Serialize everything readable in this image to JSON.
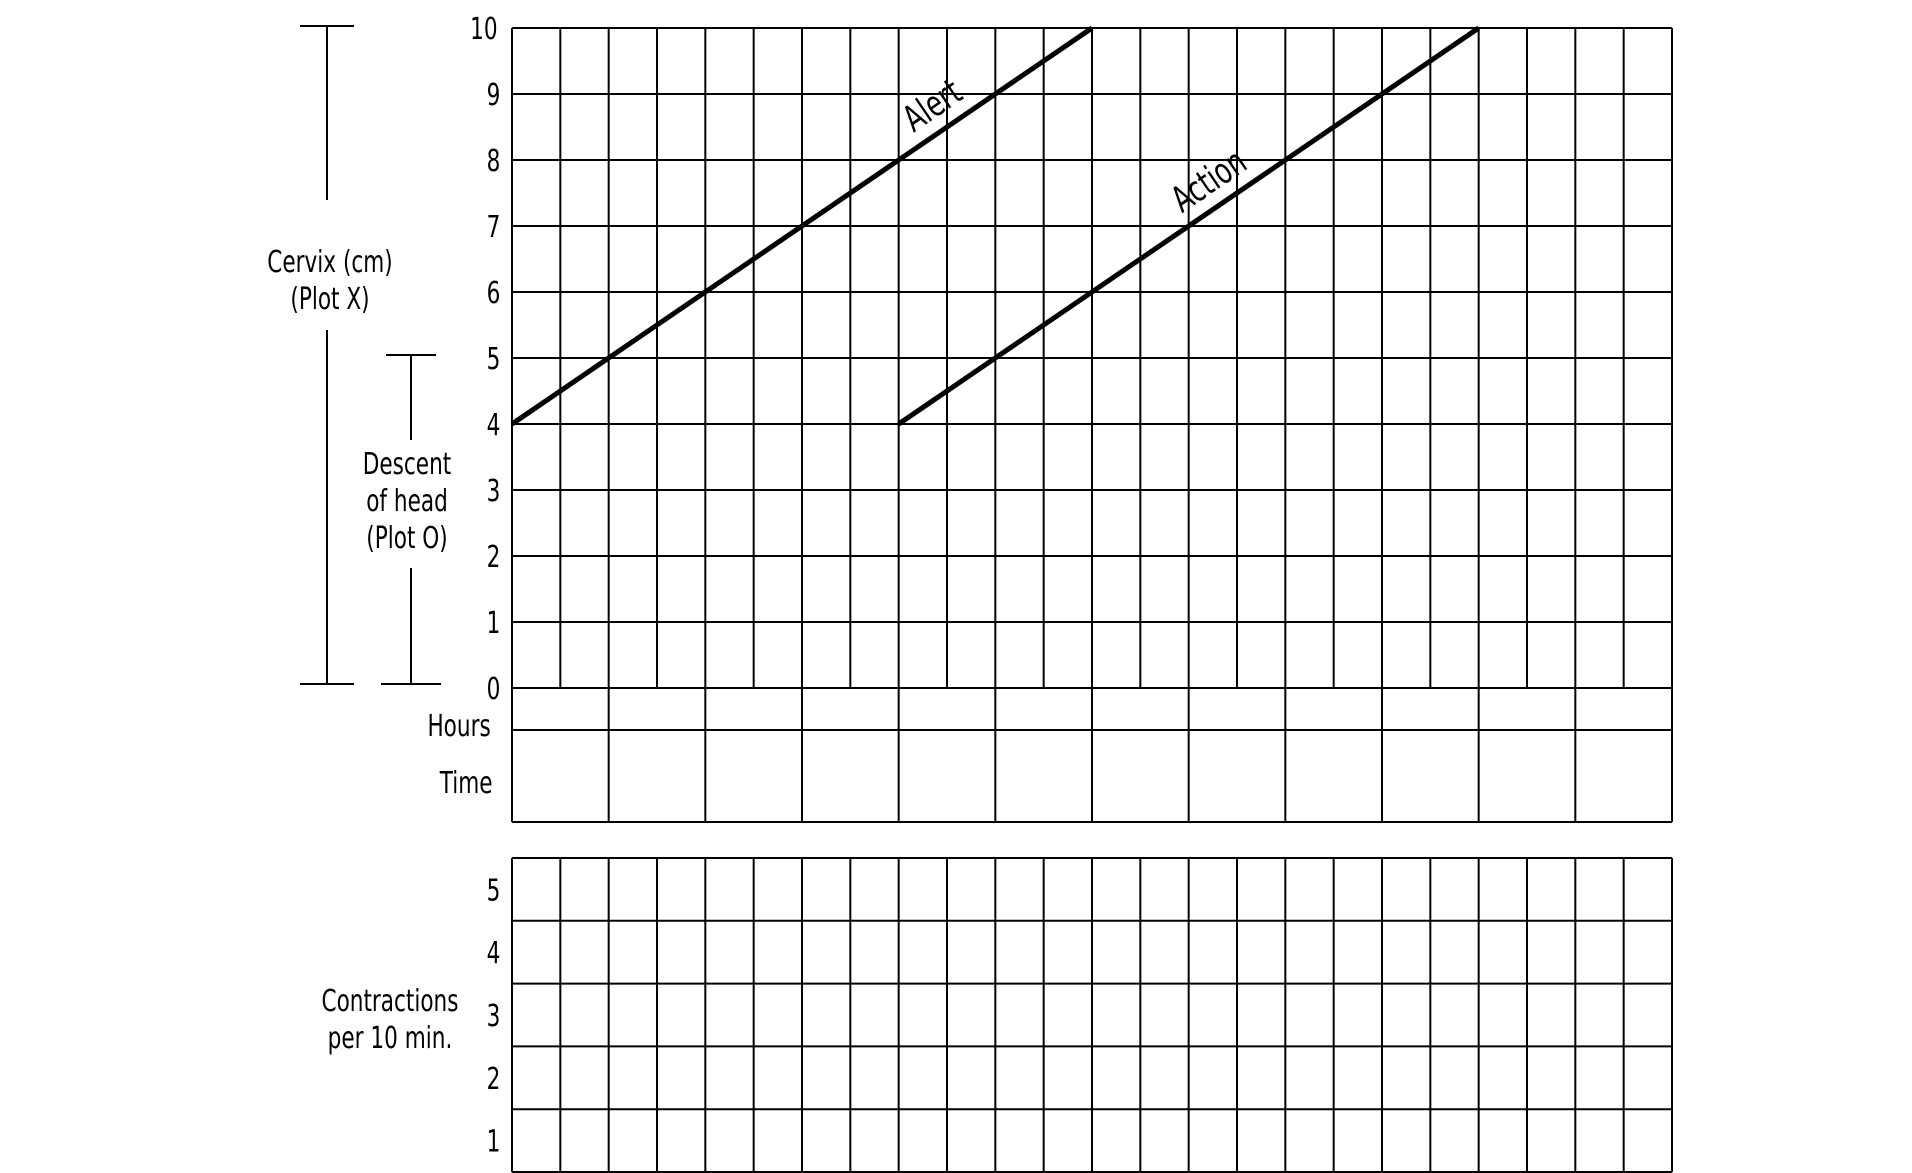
{
  "chart_data": [
    {
      "type": "line",
      "y_label_cervix": [
        "Cervix (cm)",
        "(Plot X)"
      ],
      "y_label_descent": [
        "Descent",
        "of head",
        "(Plot O)"
      ],
      "y_ticks": [
        "0",
        "1",
        "2",
        "3",
        "4",
        "5",
        "6",
        "7",
        "8",
        "9",
        "10"
      ],
      "ylim": [
        0,
        10
      ],
      "xlim": [
        0,
        24
      ],
      "columns": 24,
      "row_labels": [
        "Hours",
        "Time"
      ],
      "time_boxes": 12,
      "grid": true,
      "line_color": "#000000",
      "series": [
        {
          "name": "Alert",
          "x": [
            0,
            12
          ],
          "y": [
            4,
            10
          ]
        },
        {
          "name": "Action",
          "x": [
            8,
            20
          ],
          "y": [
            4,
            10
          ]
        }
      ]
    },
    {
      "type": "table",
      "y_label": [
        "Contractions",
        "per 10 min."
      ],
      "y_ticks": [
        "1",
        "2",
        "3",
        "4",
        "5"
      ],
      "rows": 5,
      "columns": 24
    }
  ]
}
